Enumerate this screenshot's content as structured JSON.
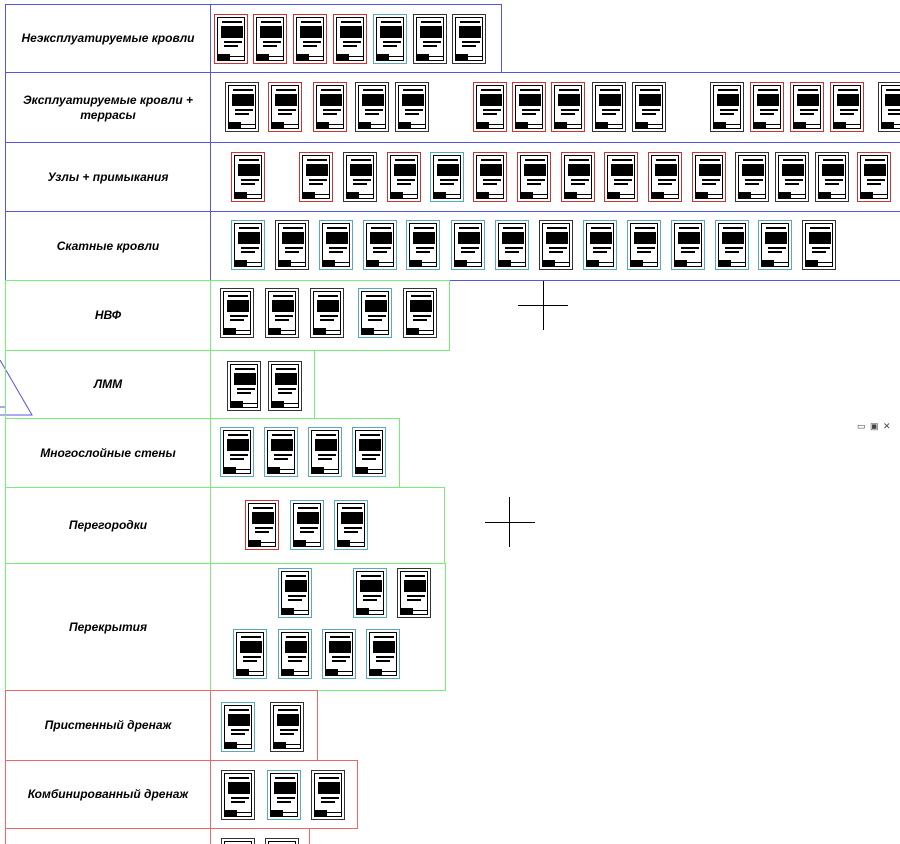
{
  "colors": {
    "blue": "#5555dd",
    "green": "#77ee77",
    "red": "#ee6666",
    "sheet_red": "#cc3333",
    "sheet_cyan": "#55aabb",
    "sheet_black": "#333333"
  },
  "rows": [
    {
      "label": "Неэксплуатируемые кровли",
      "sheets": [
        "r",
        "r",
        "r",
        "r",
        "c",
        "k",
        "k"
      ]
    },
    {
      "label": "Эксплуатируемые кровли + террасы",
      "sheets": [
        "k",
        "r",
        "r",
        "k",
        "k",
        "r",
        "r",
        "r",
        "k",
        "k",
        "k",
        "r",
        "r",
        "r",
        "k"
      ]
    },
    {
      "label": "Узлы + примыкания",
      "sheets": [
        "r",
        "r",
        "k",
        "r",
        "c",
        "r",
        "r",
        "r",
        "r",
        "r",
        "r",
        "k",
        "k",
        "k",
        "r"
      ]
    },
    {
      "label": "Скатные кровли",
      "sheets": [
        "c",
        "k",
        "c",
        "c",
        "c",
        "c",
        "c",
        "k",
        "c",
        "c",
        "c",
        "c",
        "c",
        "k"
      ]
    },
    {
      "label": "НВФ",
      "sheets": [
        "k",
        "k",
        "k",
        "c",
        "k"
      ]
    },
    {
      "label": "ЛММ",
      "sheets": [
        "k",
        "k"
      ]
    },
    {
      "label": "Многослойные стены",
      "sheets": [
        "c",
        "c",
        "c",
        "c"
      ]
    },
    {
      "label": "Перегородки",
      "sheets": [
        "r",
        "c",
        "c"
      ]
    },
    {
      "label": "Перекрытия",
      "sheets": [
        "c",
        "c",
        "k",
        "c",
        "c",
        "c",
        "c"
      ]
    },
    {
      "label": "Пристенный дренаж",
      "sheets": [
        "c",
        "k"
      ]
    },
    {
      "label": "Комбинированный дренаж",
      "sheets": [
        "k",
        "c",
        "k"
      ]
    },
    {
      "label": "",
      "sheets": [
        "k",
        "k"
      ]
    }
  ],
  "window_controls": {
    "minimize": "minimize-icon",
    "restore": "restore-icon",
    "close": "close-icon"
  }
}
